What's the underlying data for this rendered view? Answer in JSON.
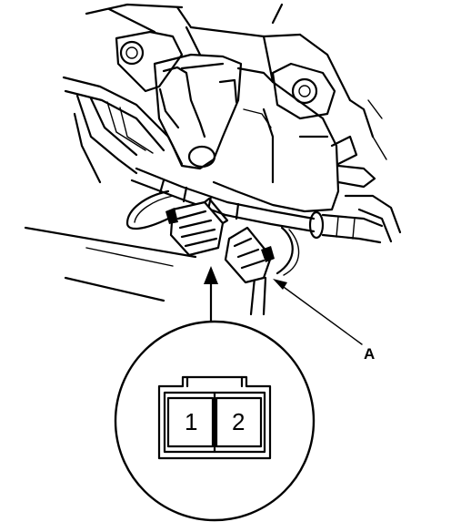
{
  "callout": {
    "label": "A"
  },
  "connector_face": {
    "pins": [
      {
        "number": "1"
      },
      {
        "number": "2"
      }
    ]
  }
}
